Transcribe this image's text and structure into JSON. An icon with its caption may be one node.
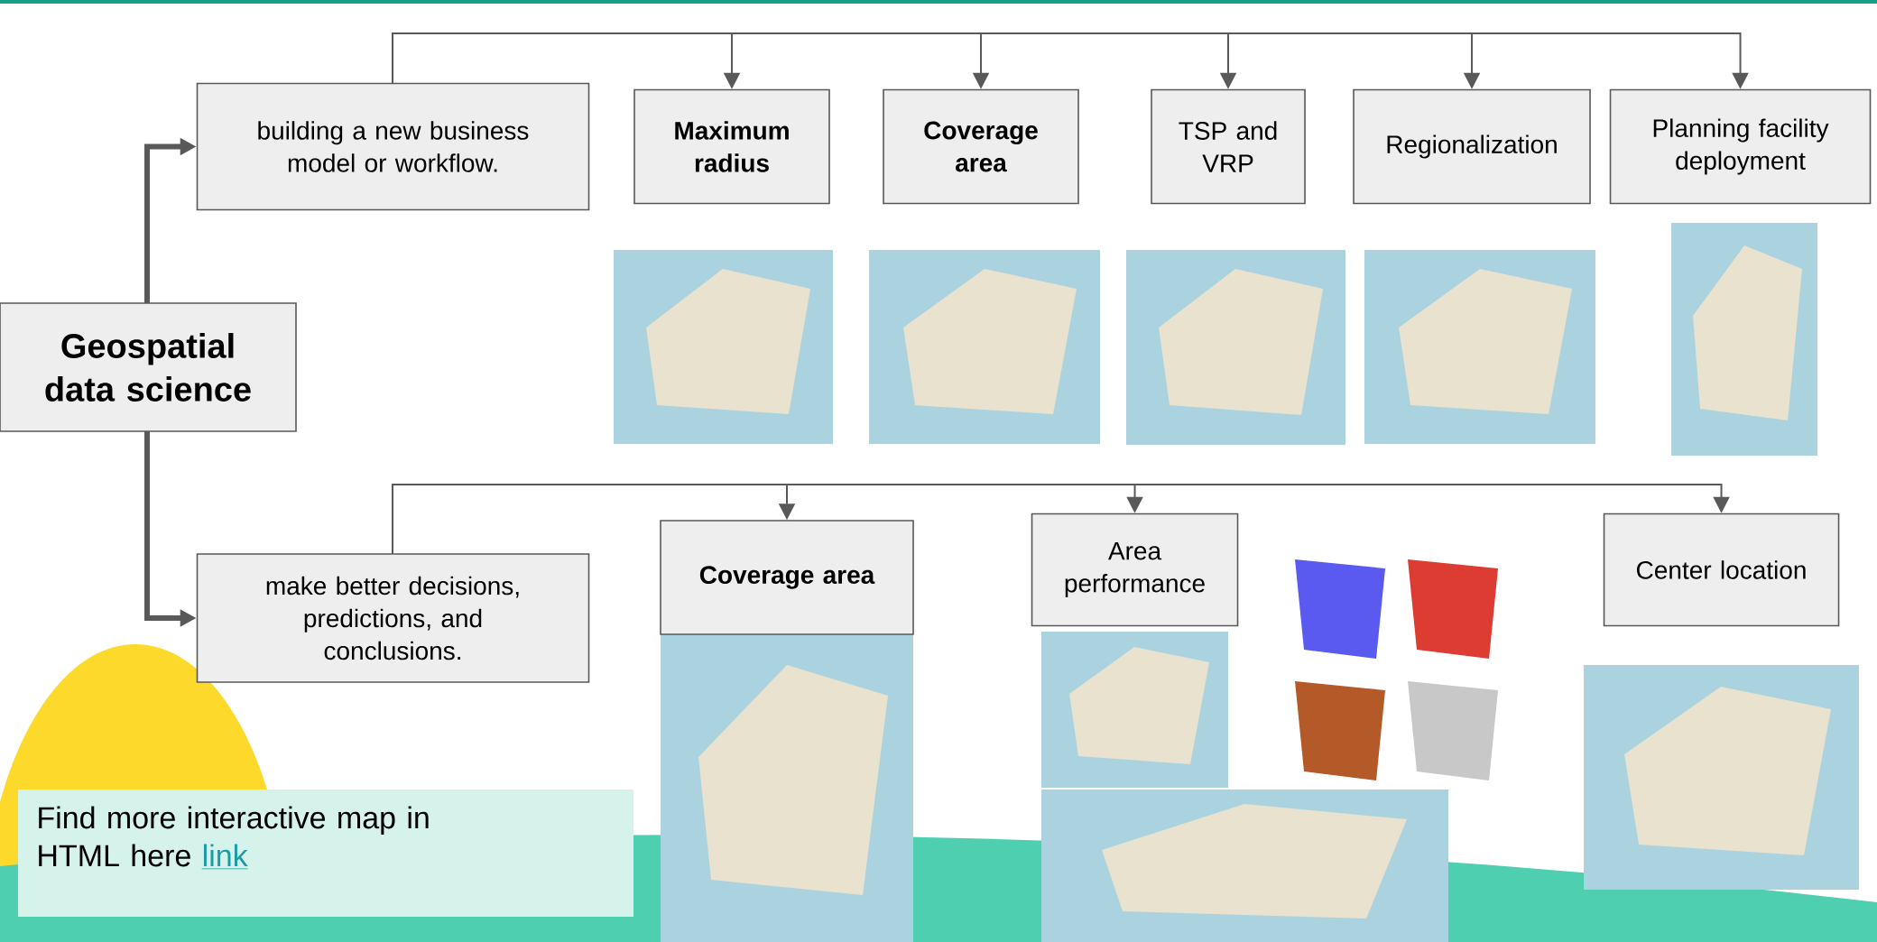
{
  "diagram": {
    "nodes": [
      {
        "text": [
          "Geospatial data science"
        ]
      },
      {
        "text": [
          "building a new business model or workflow."
        ]
      },
      {
        "text": [
          "Maximum radius"
        ]
      },
      {
        "text": [
          "Coverage area"
        ]
      },
      {
        "text": [
          "TSP and VRP"
        ]
      },
      {
        "text": [
          "Regionalization"
        ]
      },
      {
        "text": [
          "Planning facility deployment"
        ]
      },
      {
        "text": [
          "make better decisions, predictions, and conclusions."
        ]
      },
      {
        "text": [
          "Coverage area"
        ]
      },
      {
        "text": [
          "Area performance"
        ]
      },
      {
        "text": [
          "Center location"
        ]
      }
    ],
    "edges": [
      {
        "from": 0,
        "to": 1,
        "arrow": "to",
        "style": "thick"
      },
      {
        "from": 0,
        "to": 7,
        "arrow": "to",
        "style": "thick"
      },
      {
        "from": 1,
        "to": 2,
        "arrow": "to"
      },
      {
        "from": 1,
        "to": 3,
        "arrow": "to"
      },
      {
        "from": 1,
        "to": 4,
        "arrow": "to"
      },
      {
        "from": 1,
        "to": 5,
        "arrow": "to"
      },
      {
        "from": 1,
        "to": 6,
        "arrow": "to"
      },
      {
        "from": 7,
        "to": 8,
        "arrow": "to"
      },
      {
        "from": 7,
        "to": 9,
        "arrow": "to"
      },
      {
        "from": 7,
        "to": 10,
        "arrow": "to"
      }
    ],
    "labels": [
      "Find more interactive map in HTML here",
      "link"
    ]
  }
}
